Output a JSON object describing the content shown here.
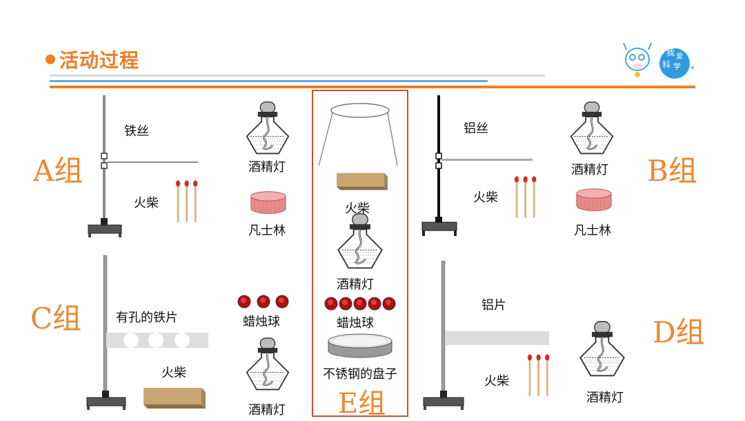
{
  "header": {
    "title": "活动过程",
    "logo_text": [
      "我",
      "爱",
      "科",
      "学"
    ]
  },
  "groups": {
    "a": {
      "name": "A组",
      "items": {
        "wire": "铁丝",
        "lamp": "酒精灯",
        "matches": "火柴",
        "vaseline": "凡士林"
      }
    },
    "b": {
      "name": "B组",
      "items": {
        "wire": "铝丝",
        "lamp": "酒精灯",
        "matches": "火柴",
        "vaseline": "凡士林"
      }
    },
    "c": {
      "name": "C组",
      "items": {
        "sheet": "有孔的铁片",
        "wax": "蜡烛球",
        "matches": "火柴",
        "lamp": "酒精灯"
      }
    },
    "d": {
      "name": "D组",
      "items": {
        "sheet": "铝片",
        "matches": "火柴",
        "lamp": "酒精灯"
      }
    },
    "e": {
      "name": "E组",
      "items": {
        "matches": "火柴",
        "lamp": "酒精灯",
        "wax": "蜡烛球",
        "plate": "不锈钢的盘子"
      }
    }
  },
  "colors": {
    "accent": "#ef7d22",
    "group_label": "#f0862e",
    "blue_line": "#5aa9e6",
    "box_border": "#c8502a"
  }
}
